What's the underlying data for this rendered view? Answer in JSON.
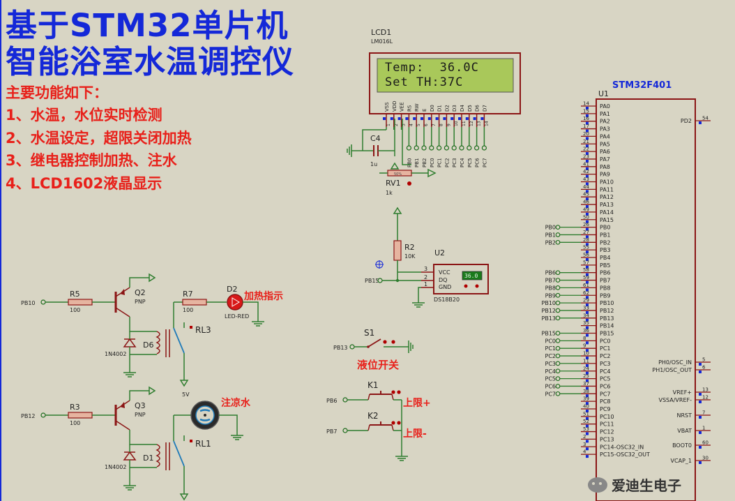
{
  "title": {
    "line1": "基于STM32单片机",
    "line2": "智能浴室水温调控仪"
  },
  "features": {
    "heading": "主要功能如下：",
    "items": [
      "1、水温，水位实时检测",
      "2、水温设定，超限关闭加热",
      "3、继电器控制加热、注水",
      "4、LCD1602液晶显示"
    ]
  },
  "lcd": {
    "ref": "LCD1",
    "model": "LM016L",
    "line1": "Temp:  36.0C",
    "line2": "Set TH:37C",
    "pins": [
      "VSS",
      "VDD",
      "VEE",
      "RS",
      "RW",
      "E",
      "D0",
      "D1",
      "D2",
      "D3",
      "D4",
      "D5",
      "D6",
      "D7"
    ],
    "pin_numbers": [
      "1",
      "2",
      "3",
      "4",
      "5",
      "6",
      "7",
      "8",
      "9",
      "10",
      "11",
      "12",
      "13",
      "14"
    ],
    "ctrl_nets": [
      "PB0",
      "PB1",
      "PB2"
    ],
    "data_nets": [
      "PC0",
      "PC1",
      "PC2",
      "PC3",
      "PC4",
      "PC5",
      "PC6",
      "PC7"
    ]
  },
  "c4": {
    "ref": "C4",
    "value": "1u"
  },
  "rv1": {
    "ref": "RV1",
    "value": "1k",
    "tag": "50%"
  },
  "mcu": {
    "part": "STM32F401",
    "ref": "U1",
    "left_pins": [
      [
        "14",
        "PA0"
      ],
      [
        "15",
        "PA1"
      ],
      [
        "16",
        "PA2"
      ],
      [
        "17",
        "PA3"
      ],
      [
        "20",
        "PA4"
      ],
      [
        "21",
        "PA5"
      ],
      [
        "22",
        "PA6"
      ],
      [
        "23",
        "PA7"
      ],
      [
        "41",
        "PA8"
      ],
      [
        "42",
        "PA9"
      ],
      [
        "43",
        "PA10"
      ],
      [
        "44",
        "PA11"
      ],
      [
        "45",
        "PA12"
      ],
      [
        "46",
        "PA13"
      ],
      [
        "49",
        "PA14"
      ],
      [
        "50",
        "PA15"
      ],
      [
        "26",
        "PB0"
      ],
      [
        "27",
        "PB1"
      ],
      [
        "28",
        "PB2"
      ],
      [
        "55",
        "PB3"
      ],
      [
        "56",
        "PB4"
      ],
      [
        "57",
        "PB5"
      ],
      [
        "58",
        "PB6"
      ],
      [
        "59",
        "PB7"
      ],
      [
        "61",
        "PB8"
      ],
      [
        "62",
        "PB9"
      ],
      [
        "29",
        "PB10"
      ],
      [
        "33",
        "PB12"
      ],
      [
        "34",
        "PB13"
      ],
      [
        "35",
        "PB14"
      ],
      [
        "36",
        "PB15"
      ],
      [
        "8",
        "PC0"
      ],
      [
        "9",
        "PC1"
      ],
      [
        "10",
        "PC2"
      ],
      [
        "11",
        "PC3"
      ],
      [
        "24",
        "PC4"
      ],
      [
        "25",
        "PC5"
      ],
      [
        "37",
        "PC6"
      ],
      [
        "38",
        "PC7"
      ],
      [
        "39",
        "PC8"
      ],
      [
        "40",
        "PC9"
      ],
      [
        "51",
        "PC10"
      ],
      [
        "52",
        "PC11"
      ],
      [
        "53",
        "PC12"
      ],
      [
        "2",
        "PC13"
      ],
      [
        "3",
        "PC14-OSC32_IN"
      ],
      [
        "4",
        "PC15-OSC32_OUT"
      ]
    ],
    "left_nets": [
      "PB0",
      "PB1",
      "PB2",
      "PB6",
      "PB7",
      "PB8",
      "PB9",
      "PB10",
      "PB12",
      "PB13",
      "PB15",
      "PC0",
      "PC1",
      "PC2",
      "PC3",
      "PC4",
      "PC5",
      "PC6",
      "PC7"
    ],
    "right_pins": [
      [
        "54",
        "PD2"
      ],
      [
        "5",
        "PH0/OSC_IN"
      ],
      [
        "6",
        "PH1/OSC_OUT"
      ],
      [
        "13",
        "VREF+"
      ],
      [
        "12",
        "VSSA/VREF-"
      ],
      [
        "7",
        "NRST"
      ],
      [
        "1",
        "VBAT"
      ],
      [
        "60",
        "BOOT0"
      ],
      [
        "30",
        "VCAP_1"
      ]
    ]
  },
  "sensor": {
    "ref": "U2",
    "part": "DS18B20",
    "reading": "36.0",
    "pins": [
      "VCC",
      "DQ",
      "GND"
    ],
    "pin_numbers": [
      "3",
      "2",
      "1"
    ],
    "net": "PB15"
  },
  "r2": {
    "ref": "R2",
    "value": "10K"
  },
  "heater_stage": {
    "net": "PB10",
    "r5": {
      "ref": "R5",
      "value": "100"
    },
    "q2": {
      "ref": "Q2",
      "type": "PNP"
    },
    "r7": {
      "ref": "R7",
      "value": "100"
    },
    "d2": {
      "ref": "D2",
      "type": "LED-RED"
    },
    "label": "加热指示",
    "d6": {
      "ref": "D6",
      "type": "1N4002"
    },
    "relay": "RL3"
  },
  "pump_stage": {
    "net": "PB12",
    "r3": {
      "ref": "R3",
      "value": "100"
    },
    "q3": {
      "ref": "Q3",
      "type": "PNP"
    },
    "supply": "5V",
    "label": "注凉水",
    "d1": {
      "ref": "D1",
      "type": "1N4002"
    },
    "relay": "RL1"
  },
  "level_switch": {
    "ref": "S1",
    "net": "PB13",
    "label": "液位开关"
  },
  "k1": {
    "ref": "K1",
    "net": "PB6",
    "label": "上限+"
  },
  "k2": {
    "ref": "K2",
    "net": "PB7",
    "label": "上限-"
  },
  "watermark": "爱迪生电子",
  "colors": {
    "background": "#d8d5c4",
    "title": "#1428d8",
    "feature_text": "#e8201a",
    "wire": "#2e7d2e",
    "component": "#8b1515",
    "pin_end": "#1a6a1a",
    "lcd_screen": "#a9c85a"
  }
}
